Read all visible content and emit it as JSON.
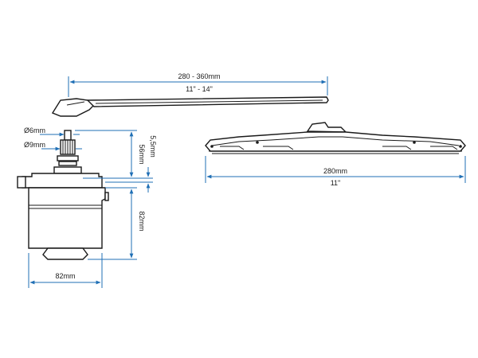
{
  "arm": {
    "length_metric": "280 - 360mm",
    "length_imperial": "11\" - 14\""
  },
  "blade": {
    "length_metric": "280mm",
    "length_imperial": "11\""
  },
  "motor": {
    "shaft_dia_small": "Ø6mm",
    "shaft_dia_large": "Ø9mm",
    "shaft_height": "56mm",
    "nut_height": "5,5mm",
    "body_height": "82mm",
    "body_width": "82mm"
  },
  "colors": {
    "dimension_line": "#1f6fb5",
    "outline": "#1a1a1a"
  }
}
